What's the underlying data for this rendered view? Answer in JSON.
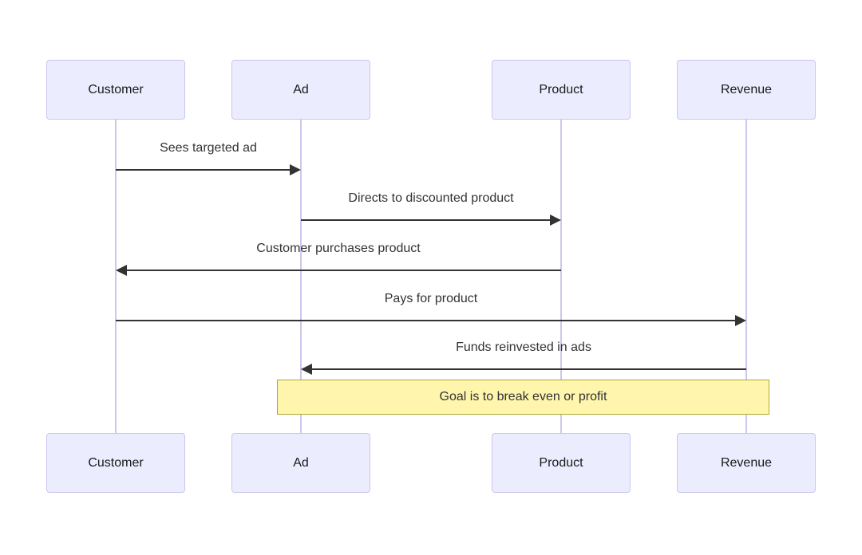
{
  "diagram": {
    "type": "sequence-diagram",
    "participants": [
      {
        "id": "customer",
        "label": "Customer"
      },
      {
        "id": "ad",
        "label": "Ad"
      },
      {
        "id": "product",
        "label": "Product"
      },
      {
        "id": "revenue",
        "label": "Revenue"
      }
    ],
    "messages": [
      {
        "from": "Customer",
        "to": "Ad",
        "direction": "right",
        "text": "Sees targeted ad"
      },
      {
        "from": "Ad",
        "to": "Product",
        "direction": "right",
        "text": "Directs to discounted product"
      },
      {
        "from": "Product",
        "to": "Customer",
        "direction": "left",
        "text": "Customer purchases product"
      },
      {
        "from": "Customer",
        "to": "Revenue",
        "direction": "right",
        "text": "Pays for product"
      },
      {
        "from": "Revenue",
        "to": "Ad",
        "direction": "left",
        "text": "Funds reinvested in ads"
      }
    ],
    "note": {
      "over": "Ad, Revenue",
      "text": "Goal is to break even or profit"
    },
    "colors": {
      "actor_fill": "#ececff",
      "actor_border": "#cbc5f0",
      "lifeline": "#cfc7eb",
      "arrow": "#333333",
      "note_fill": "#fff5ad",
      "note_border": "#aaaa33",
      "background": "#ffffff"
    }
  }
}
